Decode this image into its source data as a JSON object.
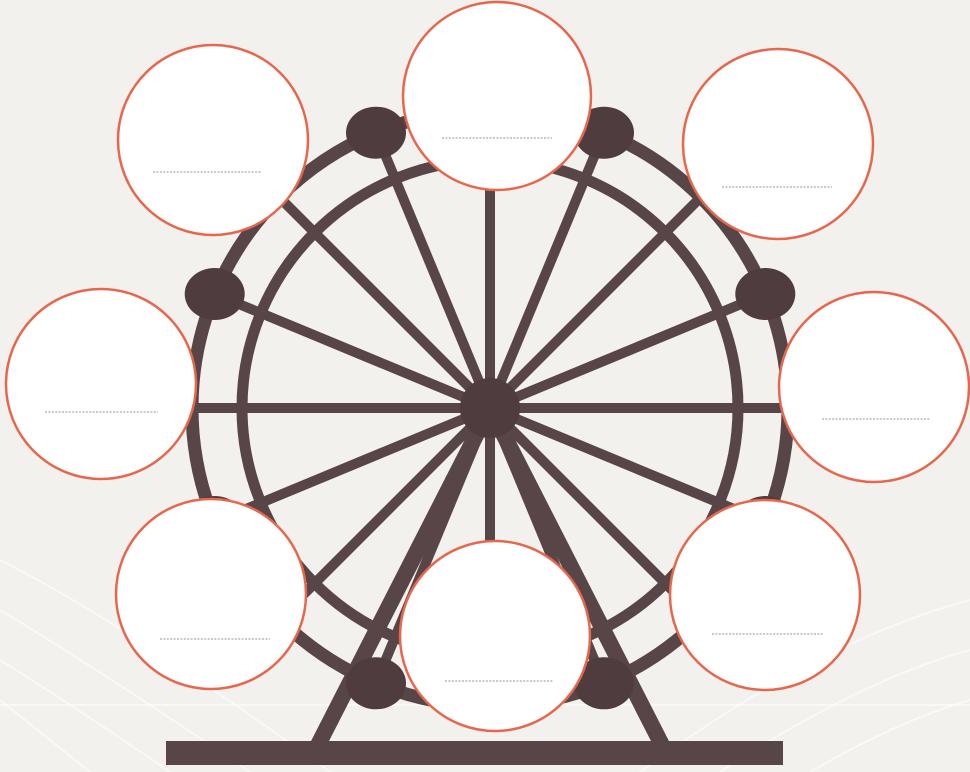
{
  "colors": {
    "background": "#f3f1ee",
    "frame": "#574547",
    "pod": "#4f3c3e",
    "bubble_fill": "#ffffff",
    "bubble_border": "#e8674c",
    "writing_line": "#7a7070"
  },
  "bubbles": [
    {
      "name": "bubble-top",
      "text": ""
    },
    {
      "name": "bubble-upper-left",
      "text": ""
    },
    {
      "name": "bubble-upper-right",
      "text": ""
    },
    {
      "name": "bubble-left",
      "text": ""
    },
    {
      "name": "bubble-right",
      "text": ""
    },
    {
      "name": "bubble-lower-left",
      "text": ""
    },
    {
      "name": "bubble-bottom",
      "text": ""
    },
    {
      "name": "bubble-lower-right",
      "text": ""
    }
  ],
  "wheel": {
    "spokes": 16,
    "cabins": 8
  }
}
